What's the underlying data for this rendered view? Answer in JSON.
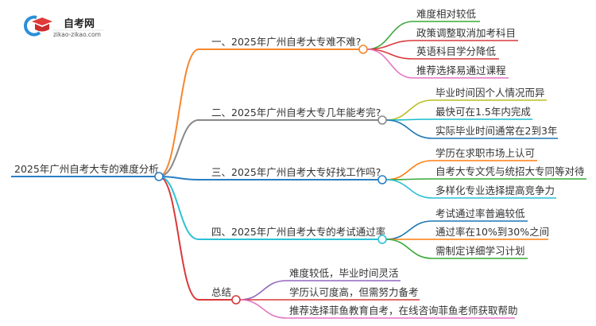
{
  "logo": {
    "title": "自考网",
    "url": "zikao-zikao.com"
  },
  "root": {
    "label": "2025年广州自考大专的难度分析",
    "color": "#2a7fc4"
  },
  "branches": [
    {
      "label": "一、2025年广州自考大专难不难?",
      "color": "#f7862b",
      "leaves": [
        {
          "label": "难度相对较低",
          "color": "#3aa83a"
        },
        {
          "label": "政策调整取消加考科目",
          "color": "#d9383a"
        },
        {
          "label": "英语科目学分降低",
          "color": "#d9383a"
        },
        {
          "label": "推荐选择易通过课程",
          "color": "#e377c2"
        }
      ]
    },
    {
      "label": "二、2025年广州自考大专几年能考完?",
      "color": "#888888",
      "leaves": [
        {
          "label": "毕业时间因个人情况而异",
          "color": "#bcbd22"
        },
        {
          "label": "最快可在1.5年内完成",
          "color": "#17becf"
        },
        {
          "label": "实际毕业时间通常在2到3年",
          "color": "#1f77b4"
        }
      ]
    },
    {
      "label": "三、2025年广州自考大专好找工作吗?",
      "color": "#2a7fc4",
      "leaves": [
        {
          "label": "学历在求职市场上认可",
          "color": "#ff7f0e"
        },
        {
          "label": "自考大专文凭与统招大专同等对待",
          "color": "#3aa83a"
        },
        {
          "label": "多样化专业选择提高竞争力",
          "color": "#2cc0d6"
        }
      ]
    },
    {
      "label": "四、2025年广州自考大专的考试通过率",
      "color": "#2cc0d6",
      "leaves": [
        {
          "label": "考试通过率普遍较低",
          "color": "#1f77b4"
        },
        {
          "label": "通过率在10%到30%之间",
          "color": "#ff7f0e"
        },
        {
          "label": "需制定详细学习计划",
          "color": "#3aa83a"
        }
      ]
    },
    {
      "label": "总结",
      "color": "#d9383a",
      "leaves": [
        {
          "label": "难度较低，毕业时间灵活",
          "color": "#9467bd"
        },
        {
          "label": "学历认可度高，但需努力备考",
          "color": "#d9383a"
        },
        {
          "label": "推荐选择菲鱼教育自考，在线咨询菲鱼老师获取帮助",
          "color": "#e377c2"
        }
      ]
    }
  ]
}
